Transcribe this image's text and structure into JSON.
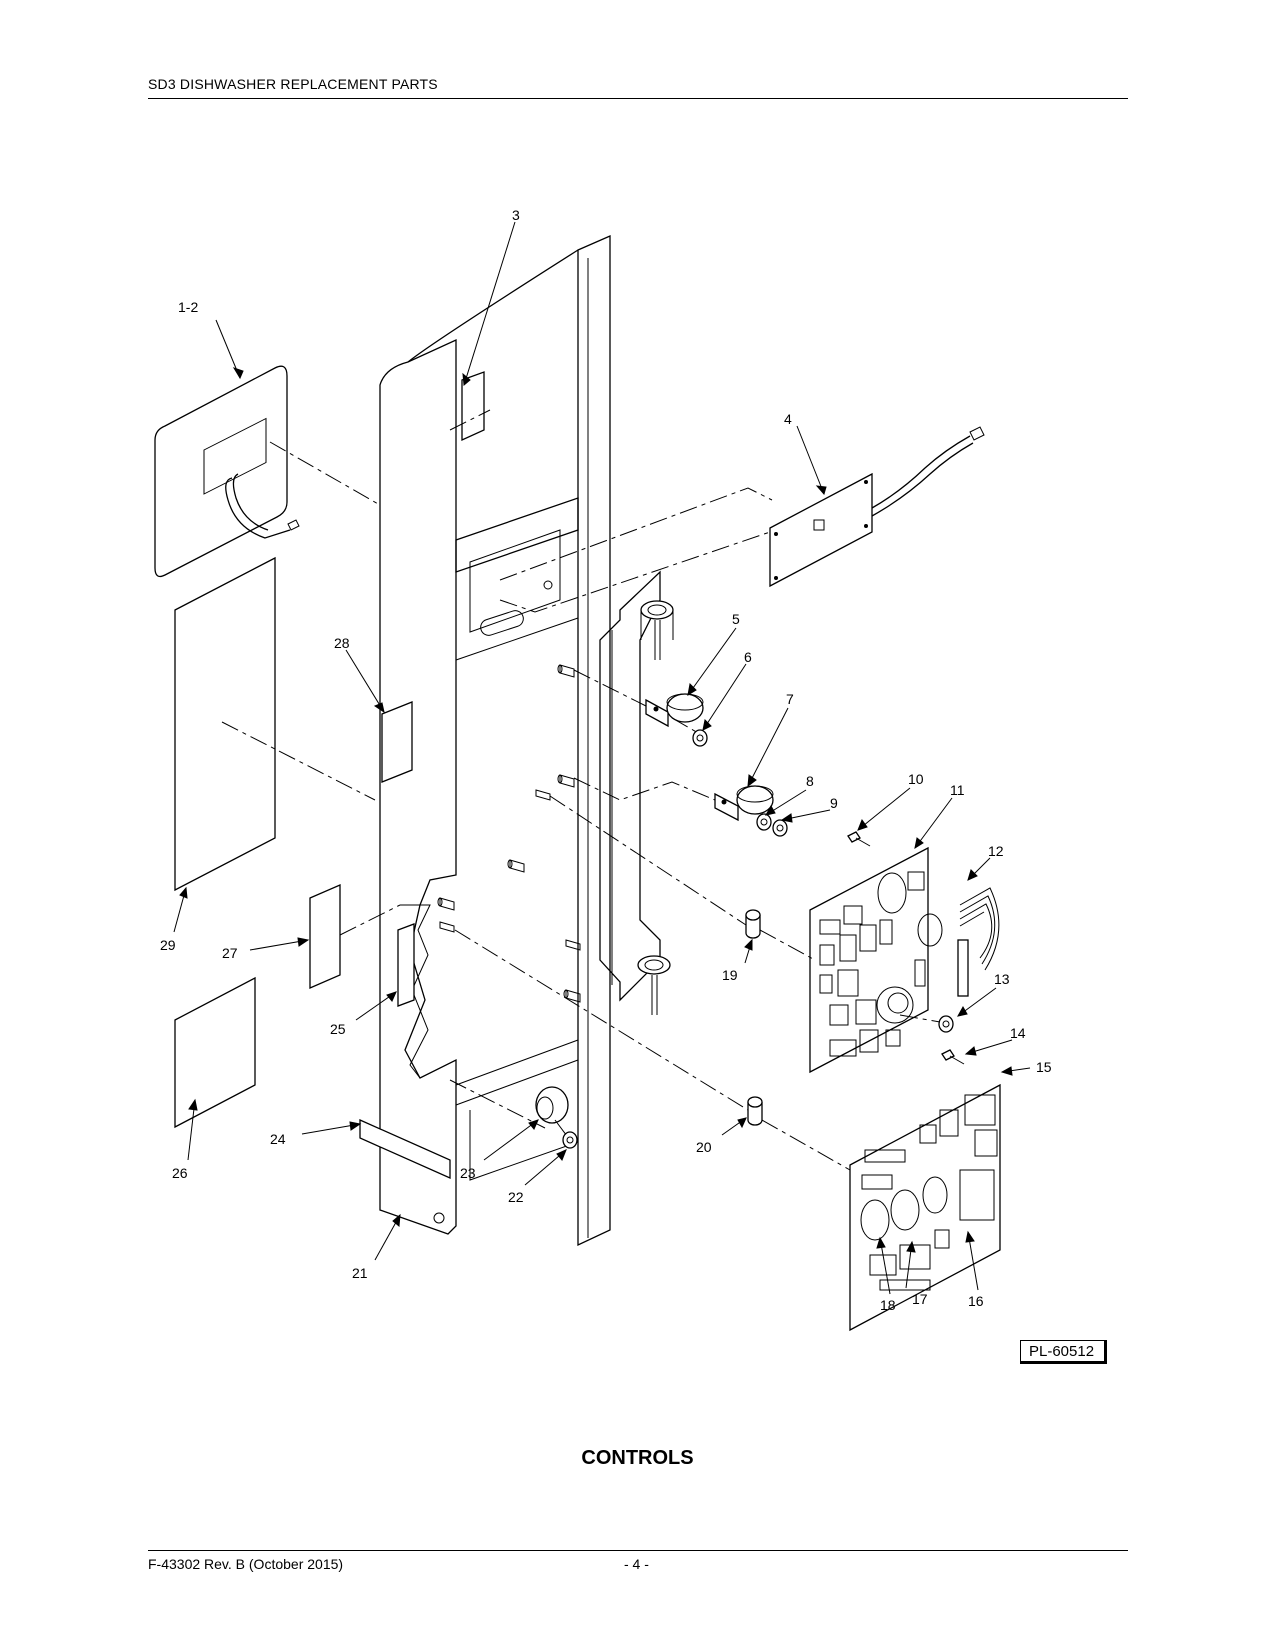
{
  "header": {
    "title": "SD3 DISHWASHER REPLACEMENT PARTS"
  },
  "footer": {
    "doc_rev": "F-43302 Rev. B (October 2015)",
    "page": "- 4 -"
  },
  "drawing": {
    "id": "PL-60512"
  },
  "section": {
    "title": "CONTROLS"
  },
  "callouts": {
    "c1_2": "1-2",
    "c3": "3",
    "c4": "4",
    "c5": "5",
    "c6": "6",
    "c7": "7",
    "c8": "8",
    "c9": "9",
    "c10": "10",
    "c11": "11",
    "c12": "12",
    "c13": "13",
    "c14": "14",
    "c15": "15",
    "c16": "16",
    "c17": "17",
    "c18": "18",
    "c19": "19",
    "c20": "20",
    "c21": "21",
    "c22": "22",
    "c23": "23",
    "c24": "24",
    "c25": "25",
    "c26": "26",
    "c27": "27",
    "c28": "28",
    "c29": "29"
  }
}
